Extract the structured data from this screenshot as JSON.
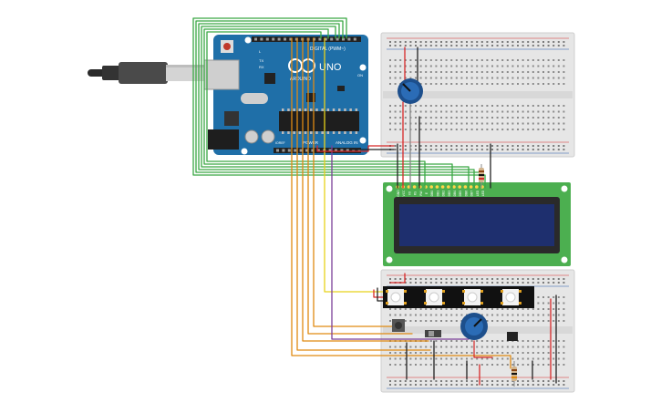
{
  "arduino": {
    "digital_label": "DIGITAL (PWM~)",
    "brand": "ARDUINO",
    "model": "UNO",
    "power_label": "POWER",
    "analog_label": "ANALOG IN",
    "tx_label": "TX",
    "rx_label": "RX",
    "l_label": "L",
    "on_label": "ON",
    "ioref_label": "IOREF"
  },
  "lcd": {
    "pin_labels": [
      "GND",
      "VCC",
      "V0",
      "RS",
      "RW",
      "E",
      "DB0",
      "DB1",
      "DB2",
      "DB3",
      "DB4",
      "DB5",
      "DB6",
      "DB7",
      "LED",
      "LED"
    ]
  },
  "colors": {
    "wire_green": "#3aa844",
    "wire_orange": "#e08a12",
    "wire_yellow": "#e8d21a",
    "wire_purple": "#7b3f98",
    "wire_red": "#d62828",
    "wire_black": "#222222",
    "arduino_blue": "#1f6fa8",
    "lcd_green": "#4caf50",
    "lcd_screen": "#1e2f6e",
    "breadboard": "#e6e6e6"
  }
}
